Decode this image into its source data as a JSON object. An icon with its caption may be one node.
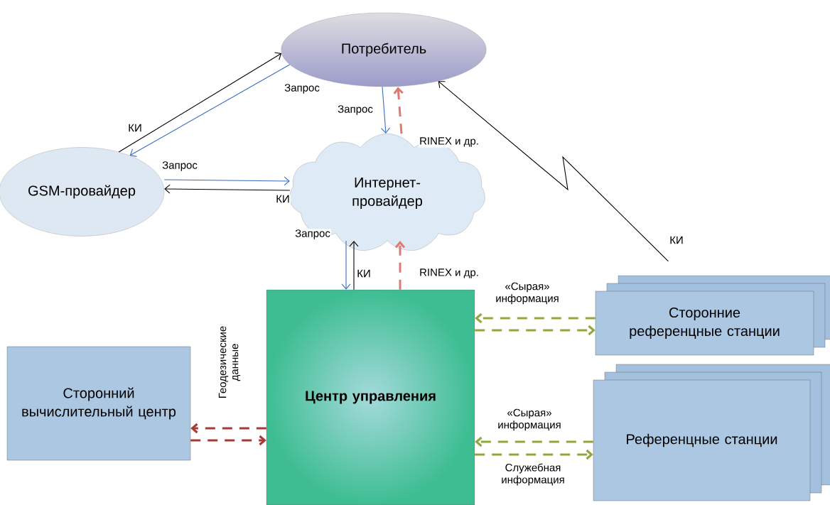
{
  "diagram": {
    "nodes": [
      {
        "text": [
          "Потребитель"
        ]
      },
      {
        "text": [
          "GSM-провайдер"
        ]
      },
      {
        "text": [
          "Интернет-провайдер"
        ]
      },
      {
        "text": [
          "Центр управления"
        ]
      },
      {
        "text": [
          "Сторонний вычислительный центр"
        ]
      },
      {
        "text": [
          "Сторонние референцные станции"
        ]
      },
      {
        "text": [
          "Референцные станции"
        ]
      }
    ],
    "edges": [
      {
        "from": 1,
        "to": 0,
        "arrow": "to",
        "label": "КИ"
      },
      {
        "from": 0,
        "to": 1,
        "arrow": "to",
        "label": "Запрос",
        "color": "#3a6fc0"
      },
      {
        "from": 0,
        "to": 2,
        "arrow": "to",
        "label": "Запрос",
        "color": "#3a6fc0"
      },
      {
        "from": 2,
        "to": 0,
        "arrow": "to",
        "label": "RINEX и др.",
        "style": "dashed",
        "color": "#e07a70"
      },
      {
        "from": 1,
        "to": 2,
        "arrow": "to",
        "label": "Запрос",
        "color": "#3a6fc0"
      },
      {
        "from": 2,
        "to": 1,
        "arrow": "to",
        "label": "КИ"
      },
      {
        "from": 2,
        "to": 3,
        "arrow": "to",
        "label": "Запрос",
        "color": "#3a6fc0"
      },
      {
        "from": 3,
        "to": 2,
        "arrow": "to",
        "label": "КИ"
      },
      {
        "from": 3,
        "to": 2,
        "arrow": "to",
        "label": "RINEX и др.",
        "style": "dashed",
        "color": "#e07a70"
      },
      {
        "from": 5,
        "to": 0,
        "arrow": "to",
        "label": "КИ"
      },
      {
        "from": 5,
        "to": 3,
        "arrow": "to",
        "label": "«Сырая» информация",
        "style": "dashed",
        "color": "#8fa83c"
      },
      {
        "from": 3,
        "to": 5,
        "arrow": "to",
        "style": "dashed",
        "color": "#8fa83c"
      },
      {
        "from": 6,
        "to": 3,
        "arrow": "to",
        "label": "«Сырая» информация",
        "style": "dashed",
        "color": "#8fa83c"
      },
      {
        "from": 3,
        "to": 6,
        "arrow": "to",
        "label": "Служебная информация",
        "style": "dashed",
        "color": "#8fa83c"
      },
      {
        "from": 3,
        "to": 4,
        "arrow": "to",
        "label": "Геодезические данные",
        "style": "dashed",
        "color": "#a83a36"
      },
      {
        "from": 4,
        "to": 3,
        "arrow": "to",
        "style": "dashed",
        "color": "#a83a36"
      }
    ]
  }
}
